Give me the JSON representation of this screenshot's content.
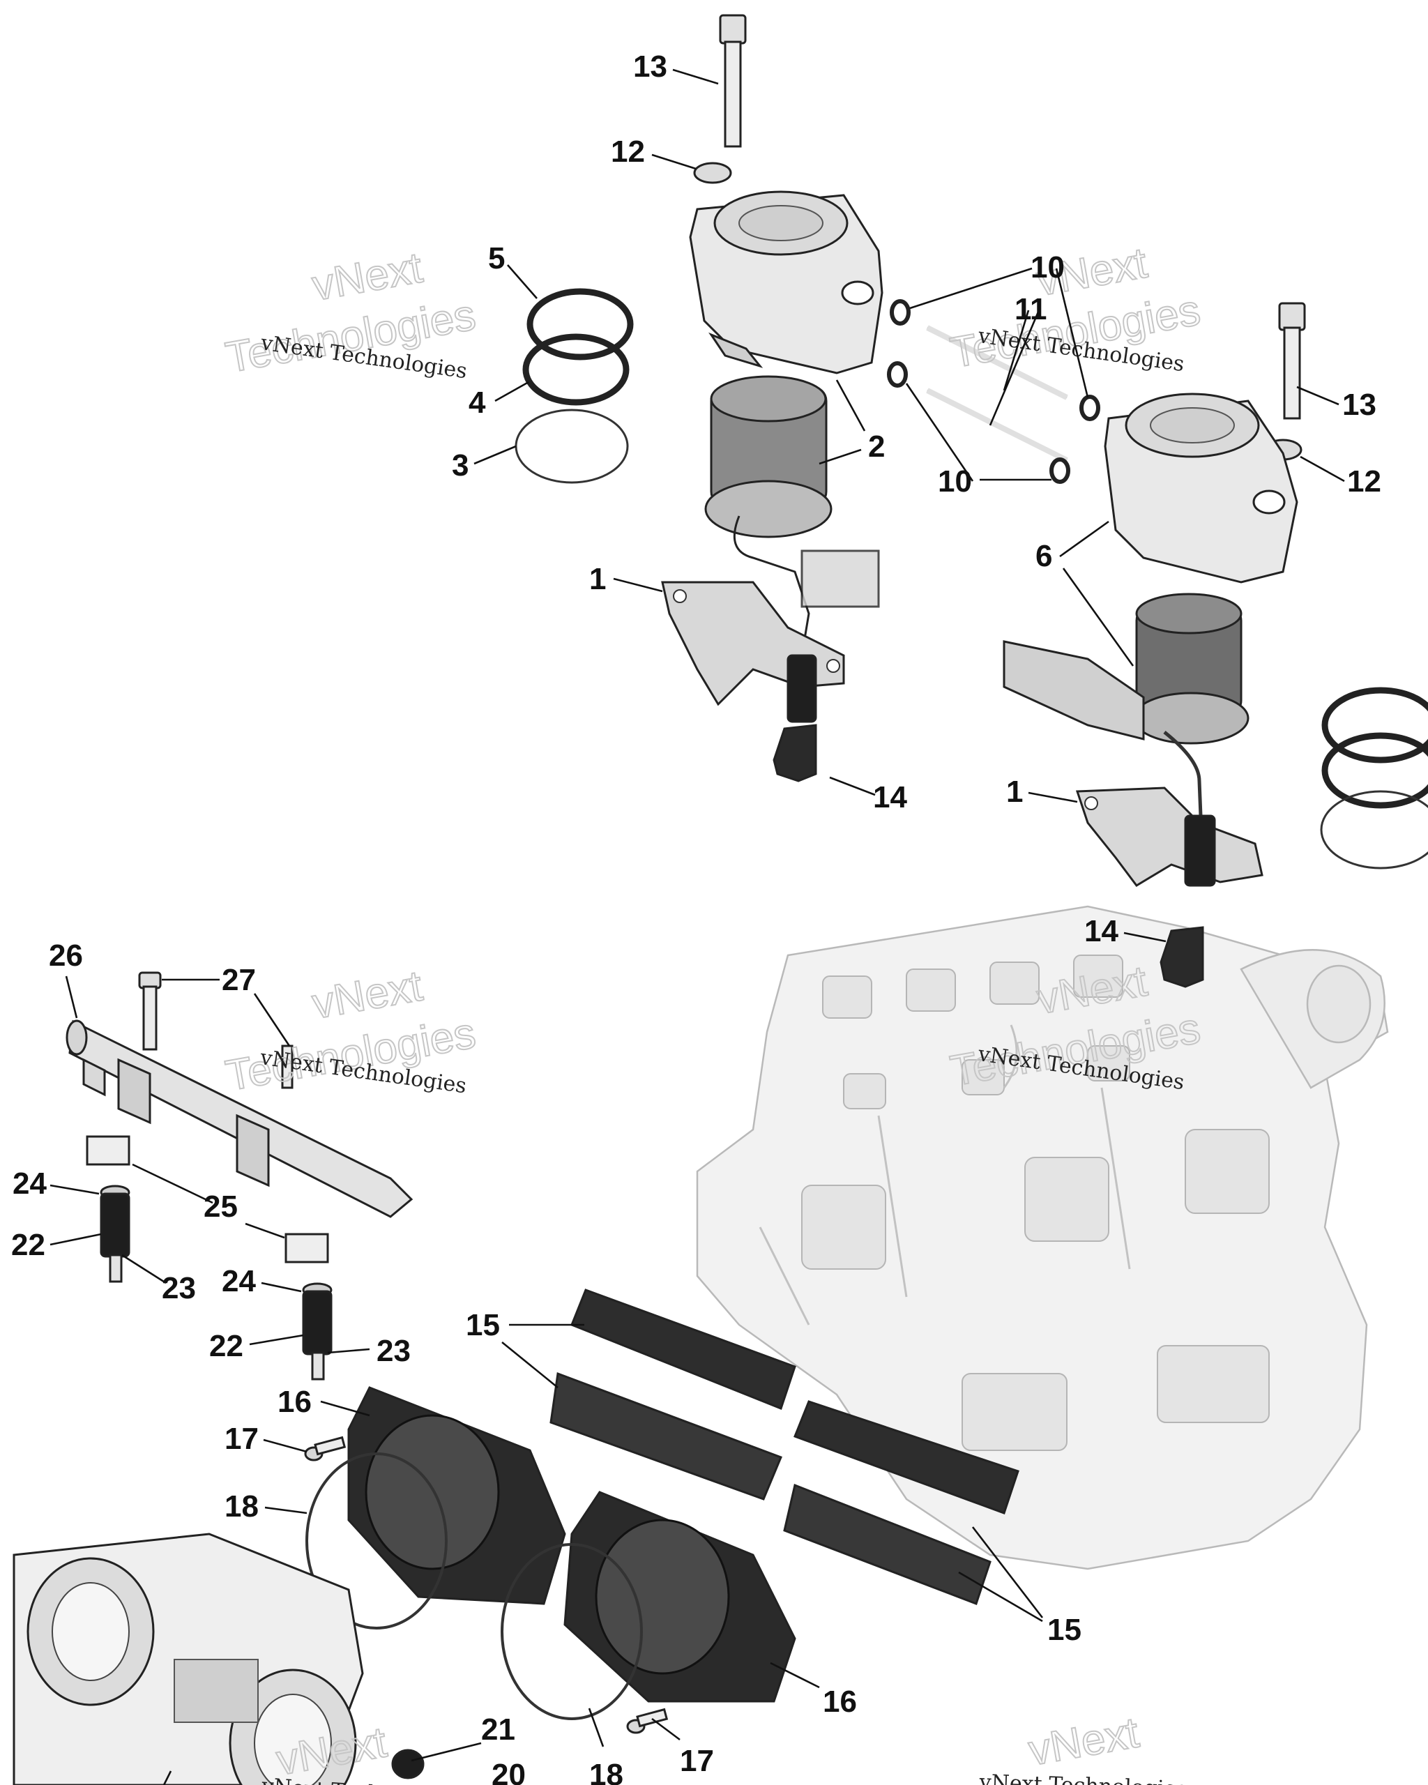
{
  "diagram": {
    "watermark": {
      "line1": "vNext",
      "line2": "Technologies",
      "small": "vNext Technologies"
    },
    "callouts": [
      {
        "id": "c13a",
        "label": "13"
      },
      {
        "id": "c12a",
        "label": "12"
      },
      {
        "id": "c5",
        "label": "5"
      },
      {
        "id": "c4",
        "label": "4"
      },
      {
        "id": "c3",
        "label": "3"
      },
      {
        "id": "c10a",
        "label": "10"
      },
      {
        "id": "c11",
        "label": "11"
      },
      {
        "id": "c10b",
        "label": "10"
      },
      {
        "id": "c2",
        "label": "2"
      },
      {
        "id": "c13b",
        "label": "13"
      },
      {
        "id": "c12b",
        "label": "12"
      },
      {
        "id": "c6",
        "label": "6"
      },
      {
        "id": "c1a",
        "label": "1"
      },
      {
        "id": "c14a",
        "label": "14"
      },
      {
        "id": "c1b",
        "label": "1"
      },
      {
        "id": "c14b",
        "label": "14"
      },
      {
        "id": "c26",
        "label": "26"
      },
      {
        "id": "c27",
        "label": "27"
      },
      {
        "id": "c24a",
        "label": "24"
      },
      {
        "id": "c25",
        "label": "25"
      },
      {
        "id": "c22a",
        "label": "22"
      },
      {
        "id": "c23a",
        "label": "23"
      },
      {
        "id": "c24b",
        "label": "24"
      },
      {
        "id": "c22b",
        "label": "22"
      },
      {
        "id": "c23b",
        "label": "23"
      },
      {
        "id": "c15a",
        "label": "15"
      },
      {
        "id": "c16a",
        "label": "16"
      },
      {
        "id": "c17a",
        "label": "17"
      },
      {
        "id": "c18a",
        "label": "18"
      },
      {
        "id": "c15b",
        "label": "15"
      },
      {
        "id": "c16b",
        "label": "16"
      },
      {
        "id": "c21",
        "label": "21"
      },
      {
        "id": "c20",
        "label": "20"
      },
      {
        "id": "c18b",
        "label": "18"
      },
      {
        "id": "c17b",
        "label": "17"
      }
    ]
  }
}
